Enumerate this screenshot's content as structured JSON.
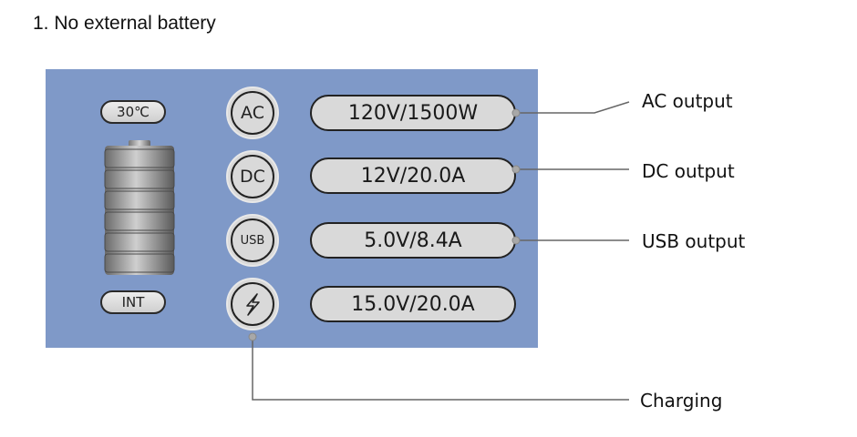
{
  "heading": "1. No external battery",
  "panel": {
    "temperature": "30℃",
    "mode": "INT",
    "icons": {
      "ac": "AC",
      "dc": "DC",
      "usb": "USB",
      "charging": "lightning-icon"
    },
    "readouts": {
      "ac": "120V/1500W",
      "dc": "12V/20.0A",
      "usb": "5.0V/8.4A",
      "charging": "15.0V/20.0A"
    }
  },
  "callouts": {
    "ac": "AC output",
    "dc": "DC output",
    "usb": "USB output",
    "charging": "Charging"
  },
  "colors": {
    "panel": "#7f99c8",
    "pill": "#d9d9d9",
    "leader": "#666666"
  }
}
